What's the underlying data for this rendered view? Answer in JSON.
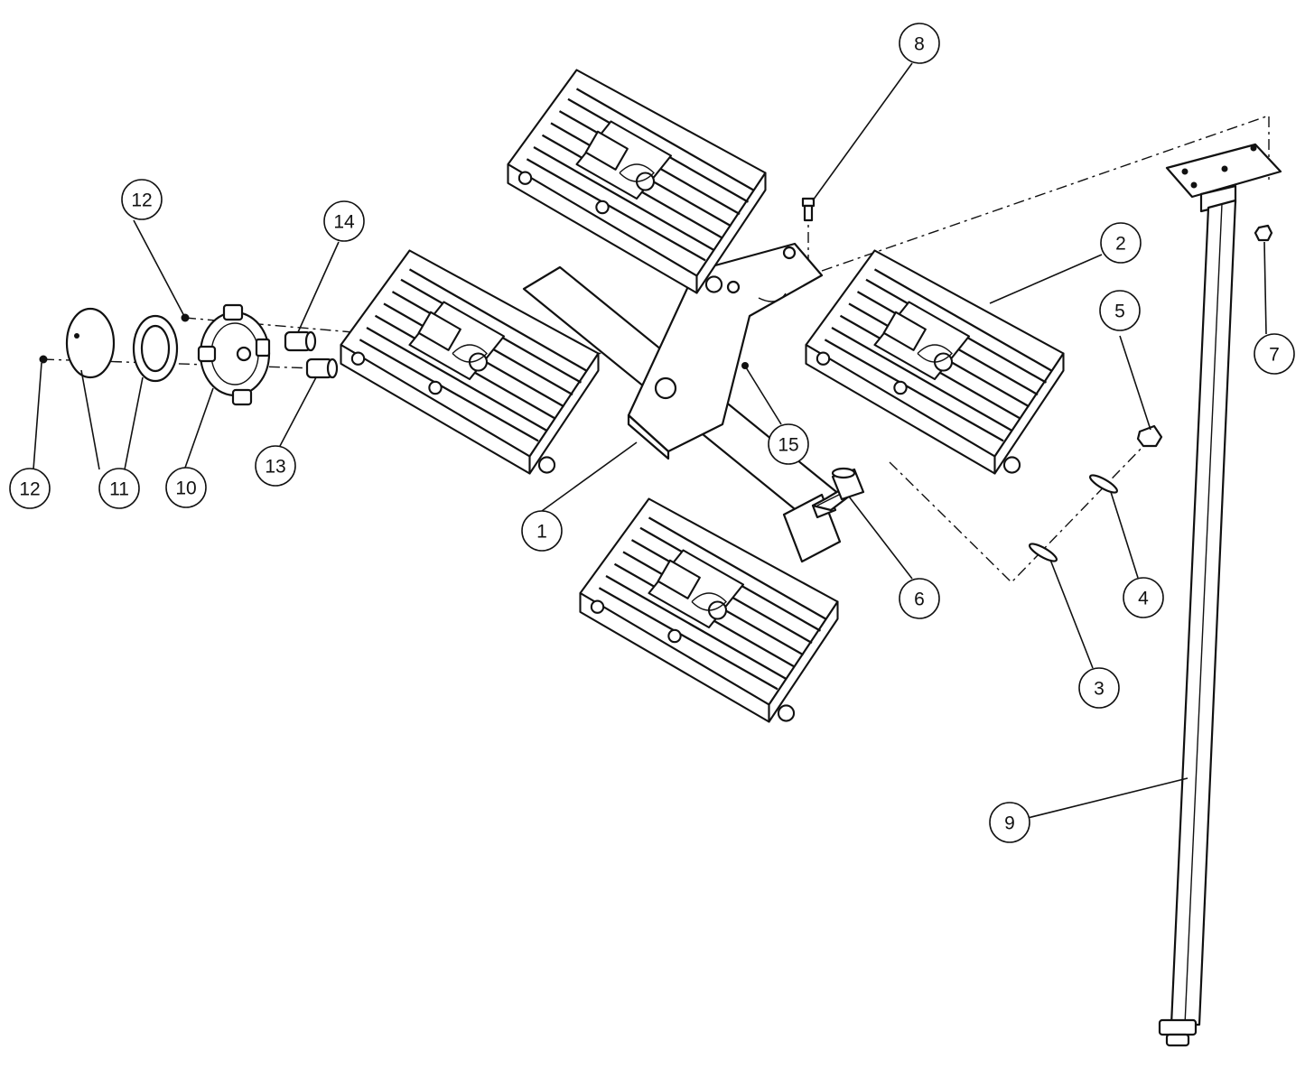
{
  "diagram": {
    "colors": {
      "ink": "#111111",
      "paper": "#ffffff"
    },
    "callouts": [
      {
        "id": "c1",
        "label": "1"
      },
      {
        "id": "c2",
        "label": "2"
      },
      {
        "id": "c3",
        "label": "3"
      },
      {
        "id": "c4",
        "label": "4"
      },
      {
        "id": "c5",
        "label": "5"
      },
      {
        "id": "c6",
        "label": "6"
      },
      {
        "id": "c7",
        "label": "7"
      },
      {
        "id": "c8",
        "label": "8"
      },
      {
        "id": "c9",
        "label": "9"
      },
      {
        "id": "c10",
        "label": "10"
      },
      {
        "id": "c11",
        "label": "11"
      },
      {
        "id": "c12a",
        "label": "12"
      },
      {
        "id": "c12b",
        "label": "12"
      },
      {
        "id": "c13",
        "label": "13"
      },
      {
        "id": "c14",
        "label": "14"
      },
      {
        "id": "c15",
        "label": "15"
      }
    ]
  }
}
